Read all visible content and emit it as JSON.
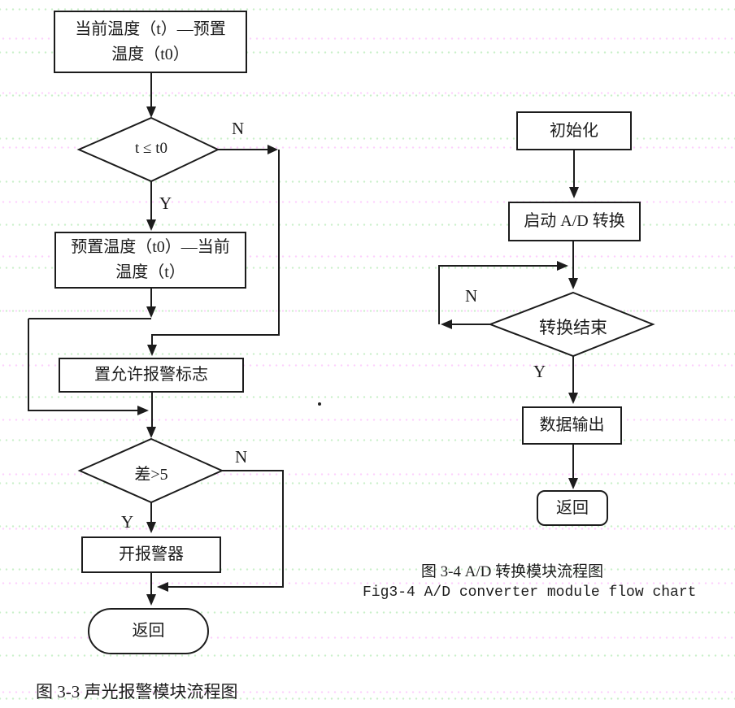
{
  "page": {
    "paper_color": "#ffffff",
    "ink_color": "#1c1c1c"
  },
  "left_chart": {
    "caption": "图 3-3 声光报警模块流程图",
    "nodes": {
      "start_box": {
        "line1": "当前温度（t）—预置",
        "line2": "温度（t0）"
      },
      "decision1": {
        "label": "t ≤ t0",
        "yes": "Y",
        "no": "N"
      },
      "swap_box": {
        "line1": "预置温度（t0）—当前",
        "line2": "温度（t）"
      },
      "flag_box": {
        "label": "置允许报警标志"
      },
      "decision2": {
        "label": "差>5",
        "yes": "Y",
        "no": "N"
      },
      "alarm_box": {
        "label": "开报警器"
      },
      "terminal": {
        "label": "返回"
      }
    }
  },
  "right_chart": {
    "caption_zh": "图 3-4 A/D 转换模块流程图",
    "caption_en": "Fig3-4 A/D converter module flow chart",
    "nodes": {
      "init_box": {
        "label": "初始化"
      },
      "start_ad_box": {
        "label": "启动 A/D 转换"
      },
      "decision": {
        "label": "转换结束",
        "yes": "Y",
        "no": "N"
      },
      "output_box": {
        "label": "数据输出"
      },
      "terminal": {
        "label": "返回"
      }
    }
  }
}
